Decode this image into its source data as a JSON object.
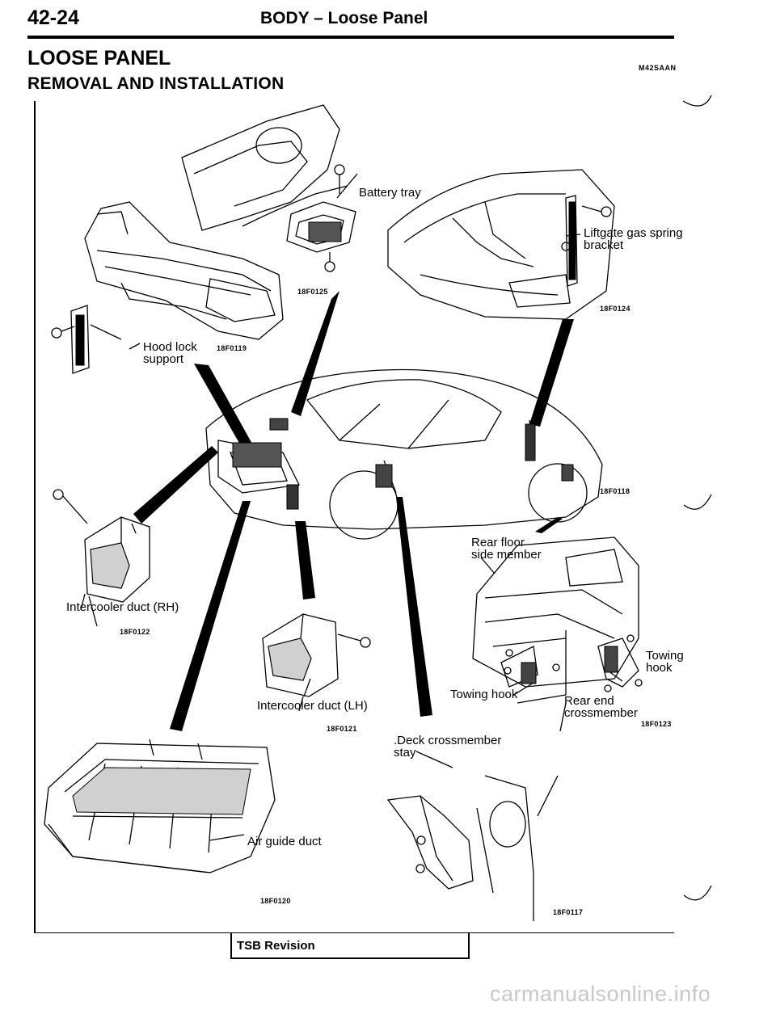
{
  "header": {
    "page_number": "42-24",
    "running_title": "BODY – Loose Panel"
  },
  "section": {
    "title": "LOOSE PANEL",
    "code": "M42SAAN",
    "subtitle": "REMOVAL AND INSTALLATION"
  },
  "labels": {
    "battery_tray": "Battery tray",
    "liftgate_line1": "Liftgate gas spring",
    "liftgate_line2": "bracket",
    "hood_lock_line1": "Hood lock",
    "hood_lock_line2": "support",
    "rear_floor_line1": "Rear floor",
    "rear_floor_line2": "side member",
    "intercooler_rh": "Intercooler duct (RH)",
    "intercooler_lh": "Intercooler duct (LH)",
    "towing_hook_right_line1": "Towing",
    "towing_hook_right_line2": "hook",
    "towing_hook_left": "Towing hook",
    "rear_end_line1": "Rear end",
    "rear_end_line2": "crossmember",
    "deck_line1": ".Deck  crossmember",
    "deck_line2": "stay",
    "air_guide_duct": "Air guide duct"
  },
  "figure_codes": {
    "f125": "18F0125",
    "f124": "18F0124",
    "f119": "18F0119",
    "f118": "18F0118",
    "f122": "18F0122",
    "f121": "18F0121",
    "f123": "18F0123",
    "f120": "18F0120",
    "f117": "18F0117"
  },
  "footer": {
    "tsb_label": "TSB  Revision",
    "watermark": "carmanualsonline.info"
  }
}
